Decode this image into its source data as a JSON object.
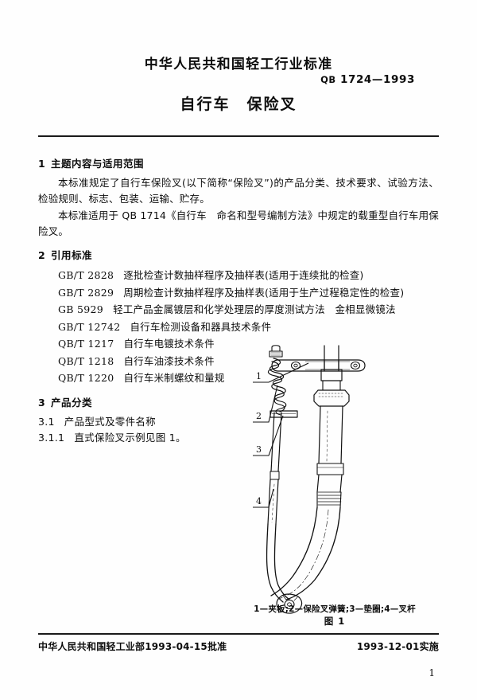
{
  "header": {
    "organization": "中华人民共和国轻工行业标准",
    "standard_prefix": "QB",
    "standard_number": "1724—1993",
    "title": "自行车　保险叉"
  },
  "sections": [
    {
      "number": "1",
      "heading": "主题内容与适用范围",
      "paragraphs": [
        "本标准规定了自行车保险叉(以下简称“保险叉”)的产品分类、技术要求、试验方法、检验规则、标志、包装、运输、贮存。",
        "本标准适用于 QB 1714《自行车　命名和型号编制方法》中规定的载重型自行车用保险叉。"
      ]
    },
    {
      "number": "2",
      "heading": "引用标准",
      "references": [
        {
          "code": "GB/T 2828",
          "title": "逐批检查计数抽样程序及抽样表(适用于连续批的检查)"
        },
        {
          "code": "GB/T 2829",
          "title": "周期检查计数抽样程序及抽样表(适用于生产过程稳定性的检查)"
        },
        {
          "code": "GB 5929",
          "title": "轻工产品金属镀层和化学处理层的厚度测试方法　金相显微镜法"
        },
        {
          "code": "GB/T 12742",
          "title": "自行车检测设备和器具技术条件"
        },
        {
          "code": "QB/T 1217",
          "title": "自行车电镀技术条件"
        },
        {
          "code": "QB/T 1218",
          "title": "自行车油漆技术条件"
        },
        {
          "code": "QB/T 1220",
          "title": "自行车米制螺纹和量规"
        }
      ]
    },
    {
      "number": "3",
      "heading": "产品分类",
      "subsections": [
        {
          "number": "3.1",
          "text": "产品型式及零件名称"
        },
        {
          "number": "3.1.1",
          "text": "直式保险叉示例见图 1。"
        }
      ]
    }
  ],
  "figure": {
    "callouts": [
      {
        "id": "1",
        "label": "1"
      },
      {
        "id": "2",
        "label": "2"
      },
      {
        "id": "3",
        "label": "3"
      },
      {
        "id": "4",
        "label": "4"
      }
    ],
    "legend": "1—夹板;2—保险叉弹簧;3—垫圈;4—叉杆",
    "caption": "图 1"
  },
  "footer": {
    "approval": "中华人民共和国轻工业部1993-04-15批准",
    "implementation": "1993-12-01实施",
    "page_number": "1"
  }
}
